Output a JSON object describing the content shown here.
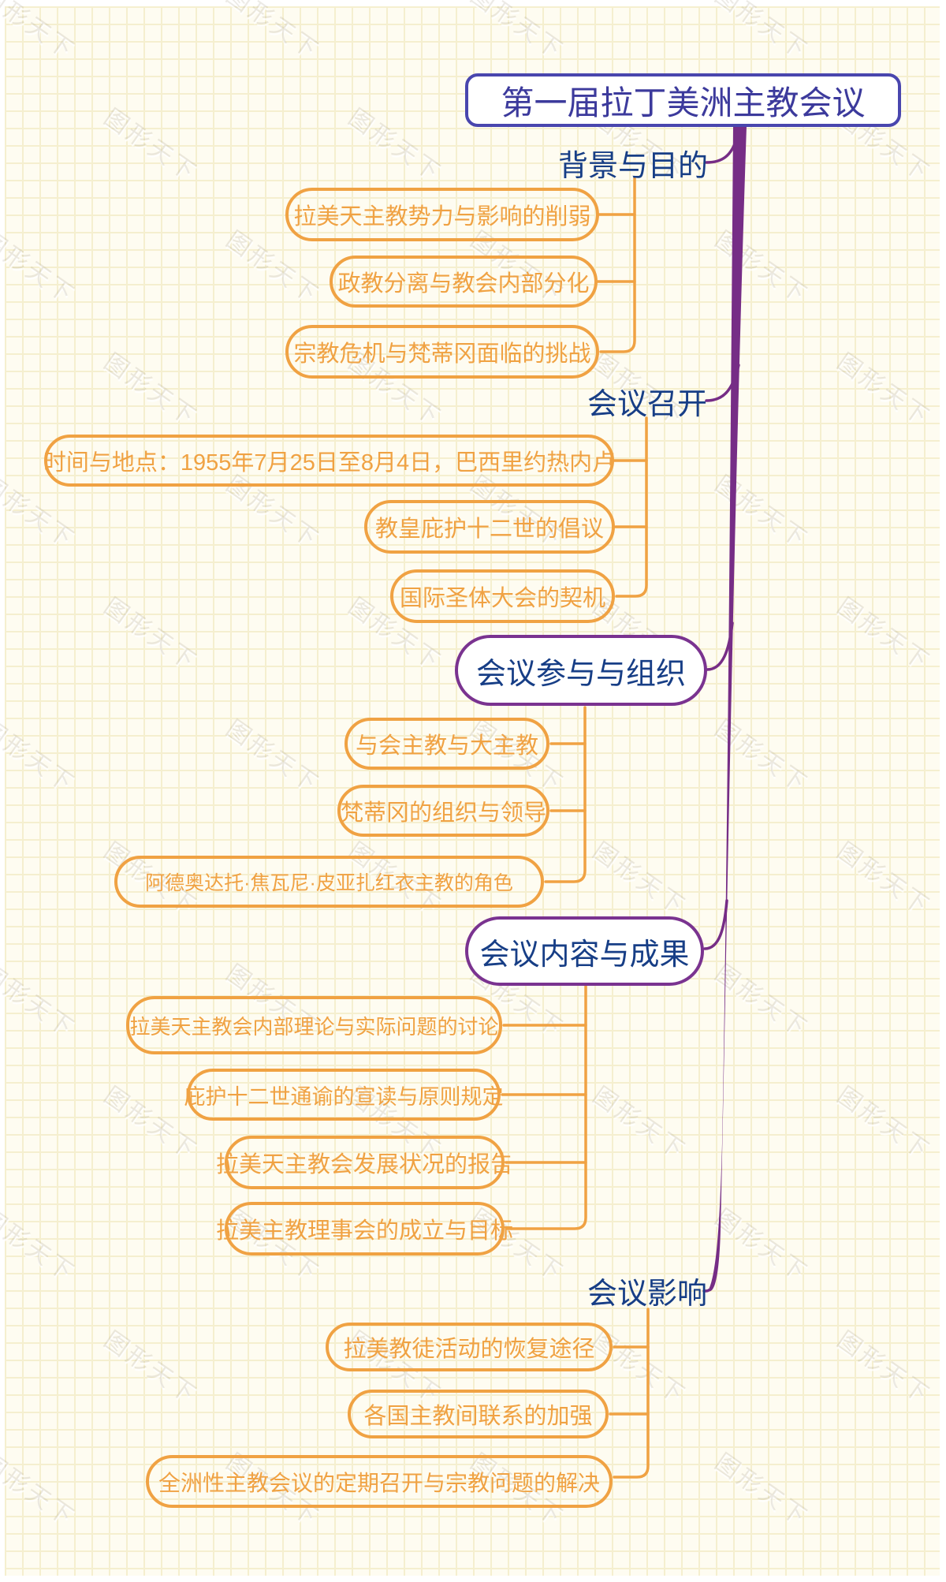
{
  "root": {
    "title": "第一届拉丁美洲主教会议"
  },
  "branches": [
    {
      "label": "背景与目的",
      "children": [
        "拉美天主教势力与影响的削弱",
        "政教分离与教会内部分化",
        "宗教危机与梵蒂冈面临的挑战"
      ]
    },
    {
      "label": "会议召开",
      "children": [
        "时间与地点：1955年7月25日至8月4日，巴西里约热内卢",
        "教皇庇护十二世的倡议",
        "国际圣体大会的契机"
      ]
    },
    {
      "label": "会议参与与组织",
      "children": [
        "与会主教与大主教",
        "梵蒂冈的组织与领导",
        "阿德奥达托·焦瓦尼·皮亚扎红衣主教的角色"
      ]
    },
    {
      "label": "会议内容与成果",
      "children": [
        "拉美天主教会内部理论与实际问题的讨论",
        "庇护十二世通谕的宣读与原则规定",
        "拉美天主教会发展状况的报告",
        "拉美主教理事会的成立与目标"
      ]
    },
    {
      "label": "会议影响",
      "children": [
        "拉美教徒活动的恢复途径",
        "各国主教间联系的加强",
        "全洲性主教会议的定期召开与宗教问题的解决"
      ]
    }
  ],
  "watermark": {
    "text": "图形天下"
  },
  "colors": {
    "background": "#FEFCF1",
    "grid_line": "#F5EFCF",
    "orange": "#F0A243",
    "trunk_purple": "#762D86",
    "pill_border_purple": "#7A3390",
    "root_border": "#4946AE",
    "root_text": "#3C3A9C",
    "branch_text": "#173E86"
  }
}
